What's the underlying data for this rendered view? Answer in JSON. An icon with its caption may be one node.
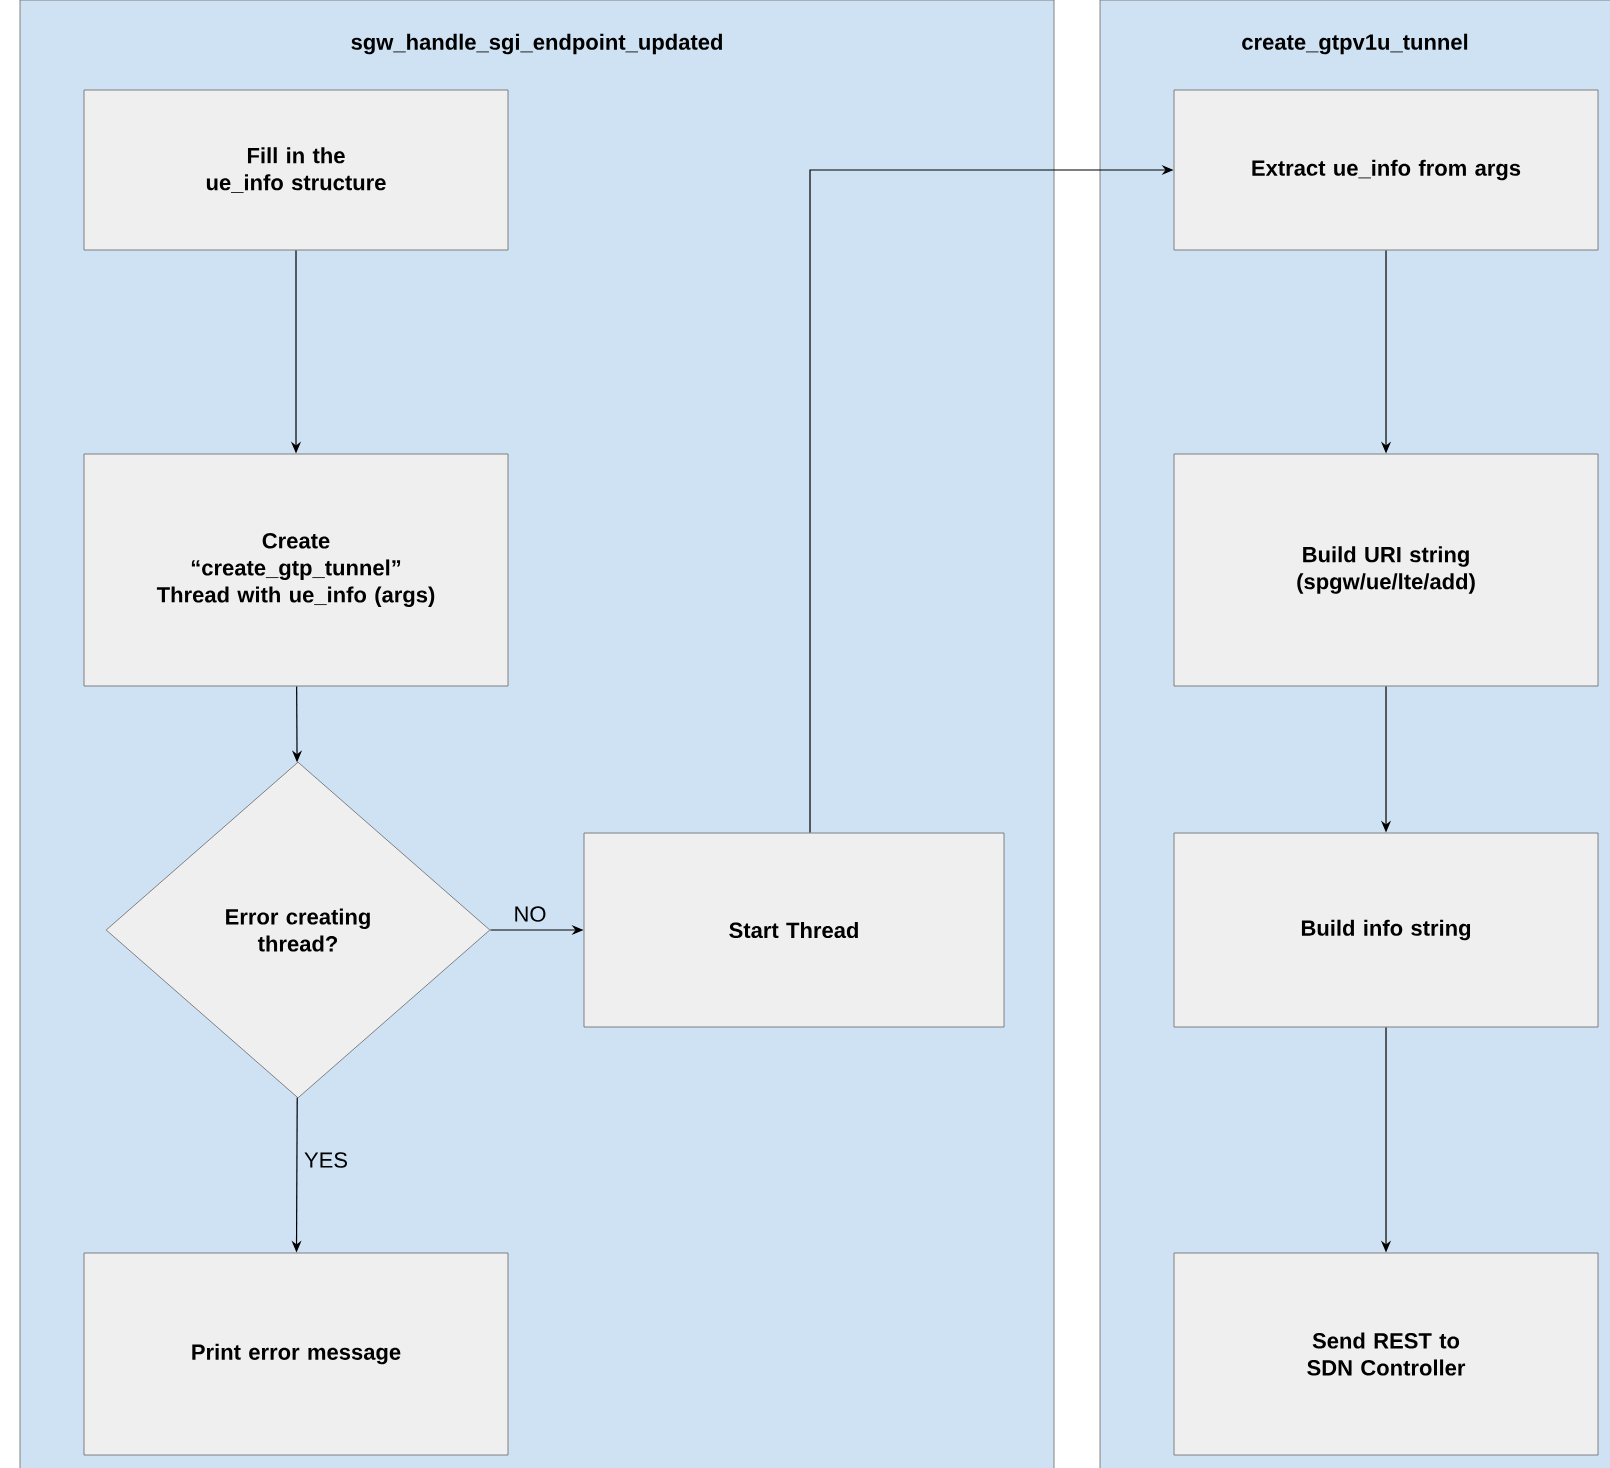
{
  "diagram": {
    "nodes": [
      {
        "text": [
          "sgw_handle_sgi_endpoint_updated"
        ]
      },
      {
        "text": [
          "create_gtpv1u_tunnel"
        ]
      },
      {
        "text": [
          "Fill in the ue_info structure"
        ],
        "in": 0
      },
      {
        "text": [
          "Create “create_gtp_tunnel” Thread with ue_info (args)"
        ],
        "in": 0
      },
      {
        "text": [
          "Error creating thread?"
        ],
        "in": 0
      },
      {
        "text": [
          "Start Thread"
        ],
        "in": 0
      },
      {
        "text": [
          "Print error message"
        ],
        "in": 0
      },
      {
        "text": [
          "Extract ue_info from args"
        ],
        "in": 1
      },
      {
        "text": [
          "Build URI string (spgw/ue/lte/add)"
        ],
        "in": 1
      },
      {
        "text": [
          "Build info string"
        ],
        "in": 1
      },
      {
        "text": [
          "Send REST to SDN Controller"
        ],
        "in": 1
      }
    ],
    "edges": [
      {
        "from": 2,
        "to": 3,
        "arrow": "to"
      },
      {
        "from": 3,
        "to": 4,
        "arrow": "to"
      },
      {
        "from": 4,
        "to": 5,
        "arrow": "to",
        "label": "NO"
      },
      {
        "from": 4,
        "to": 6,
        "arrow": "to",
        "label": "YES"
      },
      {
        "from": 5,
        "to": 7,
        "arrow": "to"
      },
      {
        "from": 7,
        "to": 8,
        "arrow": "to"
      },
      {
        "from": 8,
        "to": 9,
        "arrow": "to"
      },
      {
        "from": 9,
        "to": 10,
        "arrow": "to"
      }
    ]
  }
}
